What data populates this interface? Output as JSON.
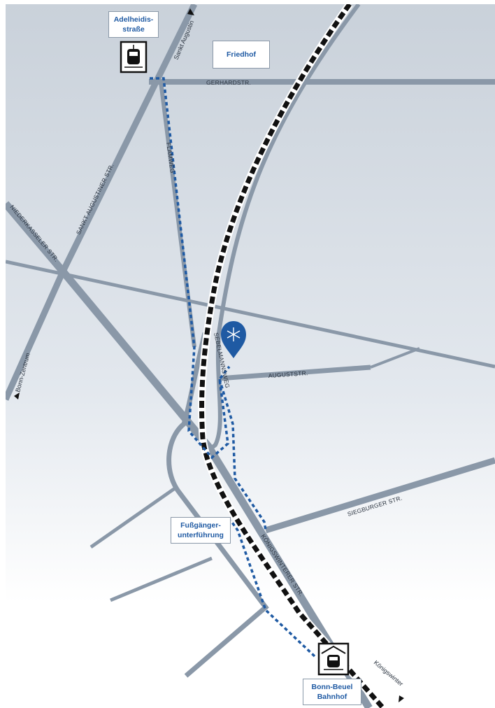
{
  "labels": {
    "adelheidis_line1": "Adelheidis-",
    "adelheidis_line2": "straße",
    "friedhof": "Friedhof",
    "fussgaenger_line1": "Fußgänger-",
    "fussgaenger_line2": "unterführung",
    "bonn_beuel_line1": "Bonn-Beuel",
    "bonn_beuel_line2": "Bahnhof"
  },
  "streets": {
    "gerhardstr": "GERHARDSTR.",
    "flamweg": "FLAMWEG",
    "sankt_augustiner": "SANKT AUGUSTINER STR.",
    "niederkasseler": "NIEDERKASSELER STR.",
    "augustr": "AUGUSTSTR.",
    "siegburger": "SIEGBURGER STR.",
    "koenigswinterer": "KÖNIGSWINTERER STR.",
    "sebelmannsweg": "SEBELMANNSWEG"
  },
  "directions": {
    "sankt_augustin": "Sankt Augustin",
    "bonn_zentrum": "Bonn-Zentrum",
    "koenigswinter": "Königswinter"
  },
  "colors": {
    "road": "#8a98a8",
    "route": "#1f5aa3",
    "rail": "#111111",
    "marker": "#1f5aa3"
  },
  "icons": {
    "station": "tram-station-icon",
    "marker": "location-pin-icon",
    "arrow": "triangle-arrow-icon"
  }
}
